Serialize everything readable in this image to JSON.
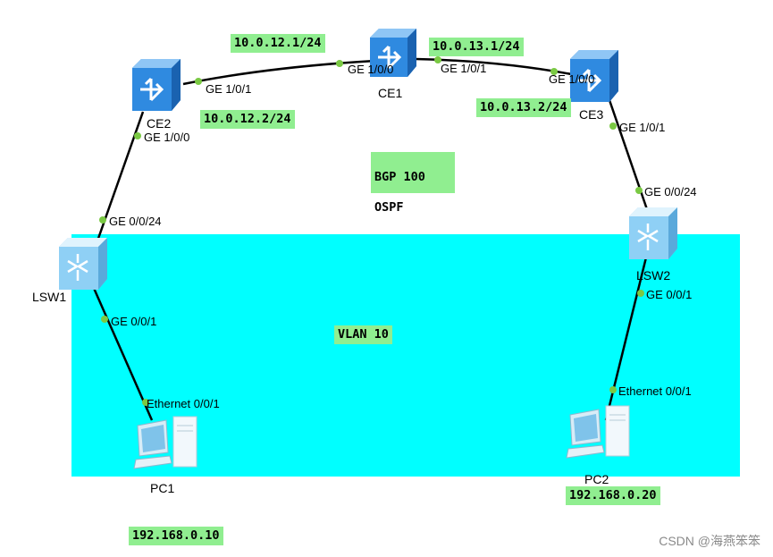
{
  "diagram": {
    "vlan_label": "VLAN 10",
    "protocol_labels": [
      "BGP 100",
      "OSPF"
    ],
    "devices": {
      "ce1": "CE1",
      "ce2": "CE2",
      "ce3": "CE3",
      "lsw1": "LSW1",
      "lsw2": "LSW2",
      "pc1": "PC1",
      "pc2": "PC2"
    },
    "ports": {
      "ce2_ge101": "GE 1/0/1",
      "ce2_ge100": "GE 1/0/0",
      "ce1_ge100": "GE 1/0/0",
      "ce1_ge101": "GE 1/0/1",
      "ce3_ge100": "GE 1/0/0",
      "ce3_ge101": "GE 1/0/1",
      "lsw1_ge0024": "GE 0/0/24",
      "lsw1_ge001": "GE 0/0/1",
      "lsw2_ge0024": "GE 0/0/24",
      "lsw2_ge001": "GE 0/0/1",
      "pc1_eth": "Ethernet 0/0/1",
      "pc2_eth": "Ethernet 0/0/1"
    },
    "addresses": {
      "ce1_ce2_side": "10.0.12.1/24",
      "ce2_ce1_side": "10.0.12.2/24",
      "ce1_ce3_side": "10.0.13.1/24",
      "ce3_ce1_side": "10.0.13.2/24",
      "pc1_ip": "192.168.0.10",
      "pc2_ip": "192.168.0.20"
    },
    "watermark": "CSDN @海燕笨笨"
  }
}
